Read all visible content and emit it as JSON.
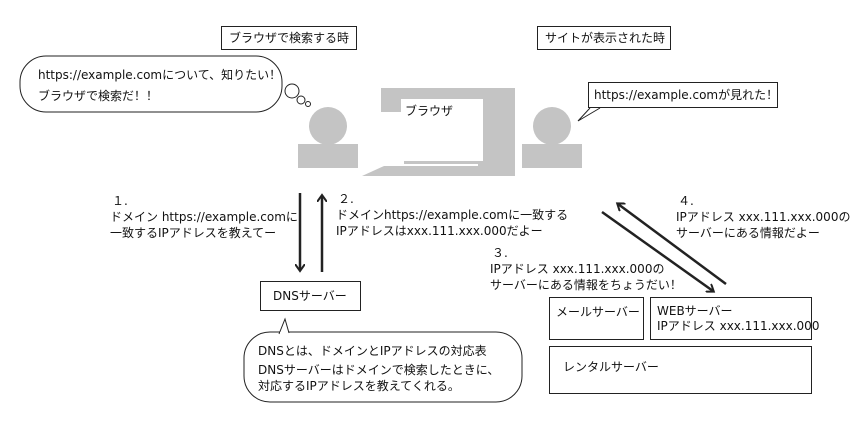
{
  "headers": {
    "browser_search": "ブラウザで検索する時",
    "site_displayed": "サイトが表示された時"
  },
  "thought_bubble": {
    "line1": "https://example.comについて、知りたい！",
    "line2": "ブラウザで検索だ！！"
  },
  "speech_bubble": {
    "text": "https://example.comが見れた！"
  },
  "laptop": {
    "label": "ブラウザ"
  },
  "steps": {
    "step1": {
      "num": "１.",
      "line1": "ドメイン https://example.comに",
      "line2": "一致するIPアドレスを教えてー"
    },
    "step2": {
      "num": "２.",
      "line1": "ドメインhttps://example.comに一致する",
      "line2": "IPアドレスはxxx.111.xxx.000だよー"
    },
    "step3": {
      "num": "３.",
      "line1": "IPアドレス xxx.111.xxx.000の",
      "line2": "サーバーにある情報をちょうだい！"
    },
    "step4": {
      "num": "４.",
      "line1": "IPアドレス xxx.111.xxx.000の",
      "line2": "サーバーにある情報だよー"
    }
  },
  "dns_server": {
    "label": "DNSサーバー"
  },
  "dns_note": {
    "line1": "DNSとは、ドメインとIPアドレスの対応表",
    "line2": "DNSサーバーはドメインで検索したときに、",
    "line3": "対応するIPアドレスを教えてくれる。"
  },
  "servers": {
    "mail": "メールサーバー",
    "web_line1": "WEBサーバー",
    "web_line2": "IPアドレス xxx.111.xxx.000",
    "rental": "レンタルサーバー"
  },
  "colors": {
    "figure_gray": "#c4c4c4",
    "line": "#222222"
  }
}
